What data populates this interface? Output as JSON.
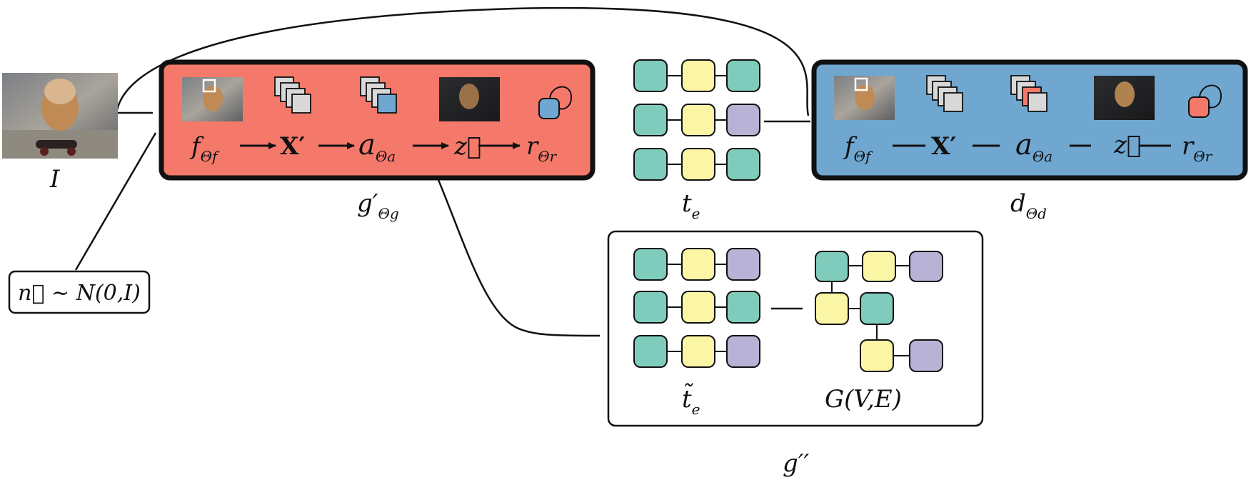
{
  "input_image": {
    "label": "I"
  },
  "noise_box": {
    "label": "n⃗ ∼ N(0,I)"
  },
  "generator": {
    "label_main": "g′",
    "label_sub": "Θg",
    "fill": "#f5796b",
    "chain": [
      {
        "main": "f",
        "sub": "Θf"
      },
      {
        "main": "X′"
      },
      {
        "main": "a",
        "sub": "Θa"
      },
      {
        "main": "z⃗"
      },
      {
        "main": "r",
        "sub": "Θr"
      }
    ]
  },
  "discriminator": {
    "label_main": "d",
    "label_sub": "Θd",
    "fill": "#6fa7d1",
    "chain": [
      {
        "main": "f",
        "sub": "Θf"
      },
      {
        "main": "X′"
      },
      {
        "main": "a",
        "sub": "Θa"
      },
      {
        "main": "z⃗"
      },
      {
        "main": "r",
        "sub": "Θr"
      }
    ]
  },
  "tree_embedding": {
    "label_main": "t",
    "label_sub": "e"
  },
  "graph_box": {
    "tree_label_main": "t̃",
    "tree_label_sub": "e",
    "graph_label": "G(V,E)",
    "outer_label": "g′′"
  },
  "node_colors": {
    "teal": "#7fccbc",
    "yellow": "#fbf6a6",
    "purple": "#b8b3d6",
    "gray": "#d8d8d8"
  }
}
